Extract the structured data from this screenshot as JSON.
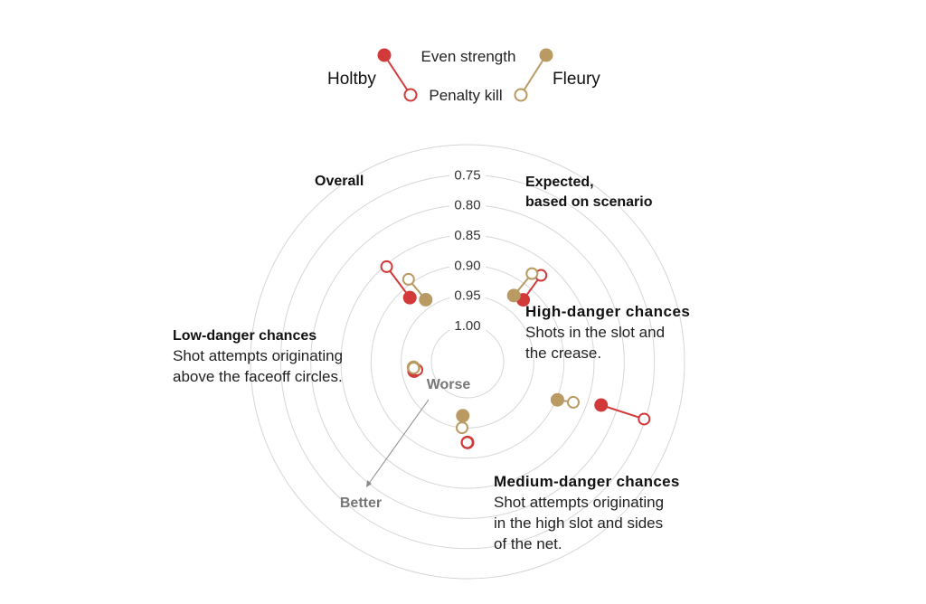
{
  "legend": {
    "player_a": "Holtby",
    "player_b": "Fleury",
    "even_strength": "Even strength",
    "penalty_kill": "Penalty kill"
  },
  "colors": {
    "holtby": "#d23a3a",
    "fleury": "#b89a62",
    "ring": "#d6d6d6",
    "tick_text": "#333333",
    "direction_text": "#777777"
  },
  "direction": {
    "inner": "Worse",
    "outer": "Better"
  },
  "chart_data": {
    "type": "radial-dumbbell",
    "scale": {
      "ticks": [
        1.0,
        0.95,
        0.9,
        0.85,
        0.8,
        0.75
      ],
      "inner_value": 0.7,
      "outer_value": 1.0,
      "reversed": true
    },
    "categories": [
      {
        "key": "overall",
        "title": "Overall",
        "title2": "",
        "desc": [
          "",
          "",
          ""
        ]
      },
      {
        "key": "expected",
        "title": "Expected,",
        "title2": "based on scenario",
        "desc": [
          "",
          "",
          ""
        ]
      },
      {
        "key": "high",
        "title": "High-danger chances",
        "title2": "",
        "desc": [
          "Shots in the slot and",
          "the crease.",
          ""
        ]
      },
      {
        "key": "medium",
        "title": "Medium-danger chances",
        "title2": "",
        "desc": [
          "Shot attempts originating",
          "in the high slot and sides",
          "of the net."
        ]
      },
      {
        "key": "low",
        "title": "Low-danger chances",
        "title2": "",
        "desc": [
          "Shot attempts originating",
          "above the faceoff circles.",
          ""
        ]
      }
    ],
    "series": [
      {
        "name": "Holtby",
        "even_strength": [
          0.917,
          0.922,
          0.827,
          0.926,
          0.97
        ],
        "penalty_kill": [
          0.853,
          0.872,
          0.752,
          0.926,
          0.975
        ]
      },
      {
        "name": "Fleury",
        "even_strength": [
          0.936,
          0.926,
          0.898,
          0.97,
          0.97
        ],
        "penalty_kill": [
          0.892,
          0.879,
          0.872,
          0.95,
          0.97
        ]
      }
    ]
  }
}
